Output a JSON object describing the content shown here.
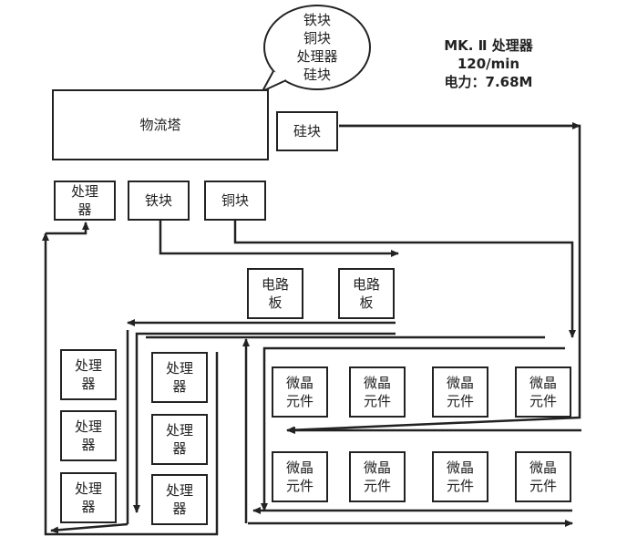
{
  "info": {
    "title": "MK. Ⅱ 处理器",
    "rate": "120/min",
    "power": "电力：7.68M"
  },
  "bubble": {
    "text": "铁块\n铜块\n处理器\n硅块"
  },
  "boxes": {
    "logistics": "物流塔",
    "silicon": "硅块",
    "processor_out": "处理\n器",
    "iron": "铁块",
    "copper": "铜块",
    "circuit_1": "电路\n板",
    "circuit_2": "电路\n板",
    "processor_1": "处理\n器",
    "processor_2": "处理\n器",
    "processor_3": "处理\n器",
    "processor_4": "处理\n器",
    "processor_5": "处理\n器",
    "processor_6": "处理\n器",
    "micro_1": "微晶\n元件",
    "micro_2": "微晶\n元件",
    "micro_3": "微晶\n元件",
    "micro_4": "微晶\n元件",
    "micro_5": "微晶\n元件",
    "micro_6": "微晶\n元件",
    "micro_7": "微晶\n元件",
    "micro_8": "微晶\n元件"
  }
}
